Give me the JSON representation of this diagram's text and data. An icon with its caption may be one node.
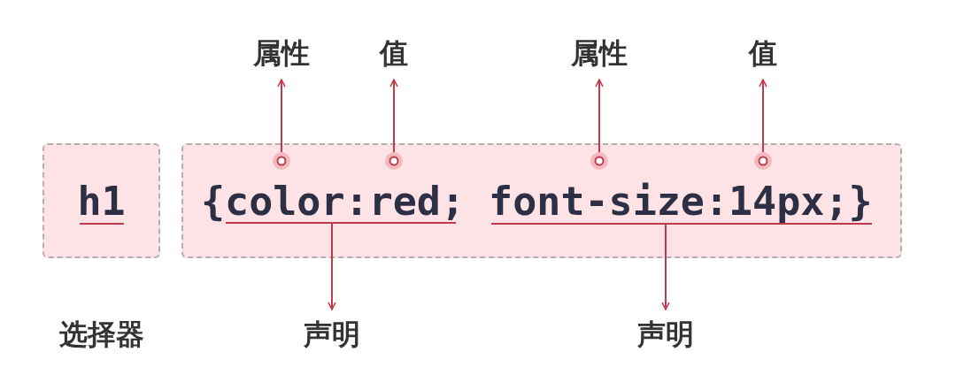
{
  "diagram": {
    "nodes": [
      {
        "text": [
          "h1"
        ],
        "beside": [
          "选择器"
        ]
      },
      {
        "text": [
          "{color:red; font-size:14px;}"
        ]
      },
      {
        "text": [
          "属性"
        ]
      },
      {
        "text": [
          "值"
        ]
      },
      {
        "text": [
          "属性"
        ]
      },
      {
        "text": [
          "值"
        ]
      },
      {
        "text": [
          "声明"
        ]
      },
      {
        "text": [
          "声明"
        ]
      }
    ],
    "edges": [
      {
        "from": 1,
        "to": 2,
        "arrow": "to"
      },
      {
        "from": 1,
        "to": 3,
        "arrow": "to"
      },
      {
        "from": 1,
        "to": 4,
        "arrow": "to"
      },
      {
        "from": 1,
        "to": 5,
        "arrow": "to"
      },
      {
        "from": 1,
        "to": 6,
        "arrow": "to"
      },
      {
        "from": 1,
        "to": 7,
        "arrow": "to"
      }
    ]
  }
}
